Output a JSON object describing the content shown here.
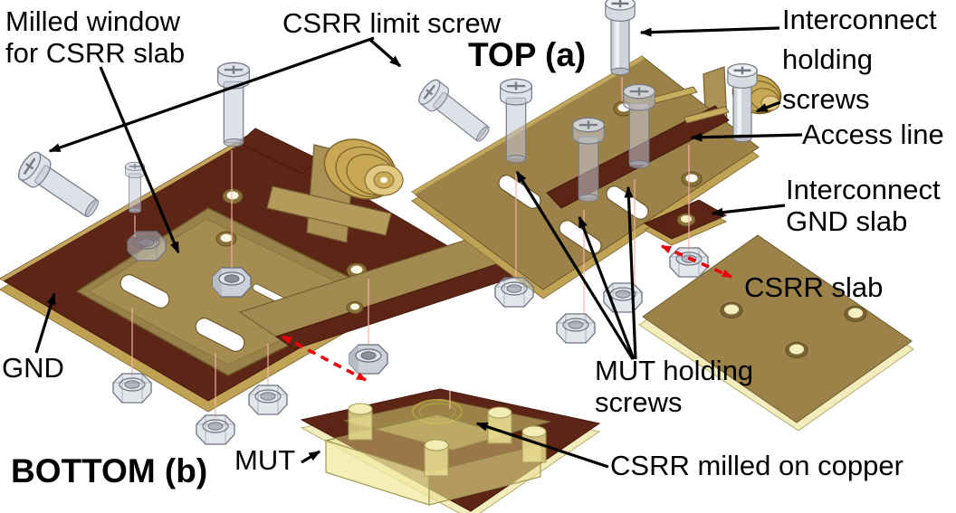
{
  "figure": {
    "labels": {
      "milled_window": {
        "text": "Milled window\nfor CSRR slab"
      },
      "csrr_limit_screw": {
        "text": "CSRR limit screw"
      },
      "top_view": {
        "text": "TOP (a)"
      },
      "interconnect_holding_screws": {
        "text": "Interconnect\nholding\nscrews"
      },
      "access_line": {
        "text": "Access line"
      },
      "interconnect_gnd_slab": {
        "text": "Interconnect\nGND slab"
      },
      "csrr_slab": {
        "text": "CSRR slab"
      },
      "mut_holding_screws": {
        "text": "MUT holding\nscrews"
      },
      "gnd": {
        "text": "GND"
      },
      "bottom_view": {
        "text": "BOTTOM (b)"
      },
      "mut": {
        "text": "MUT"
      },
      "csrr_milled_on_copper": {
        "text": "CSRR milled on copper"
      }
    },
    "palette": {
      "copper_dark": "#5D2516",
      "copper_edge": "#4A1B0D",
      "substrate_tan": "#9C8248",
      "substrate_light": "#C2A75C",
      "substrate_dark": "#7B6534",
      "gold_connector": "#C9A855",
      "gold_highlight": "#E2C983",
      "metal_screw": "#D3D7DE",
      "translucent_screw": "#C3C8D4",
      "mut_yellow": "#EDE489",
      "hole_cream": "#F5EFC0",
      "annotation": "#000000",
      "explode_arrow": "#E8000B",
      "construction_line": "#F2B3A6",
      "background": "#FFFFFF"
    }
  }
}
